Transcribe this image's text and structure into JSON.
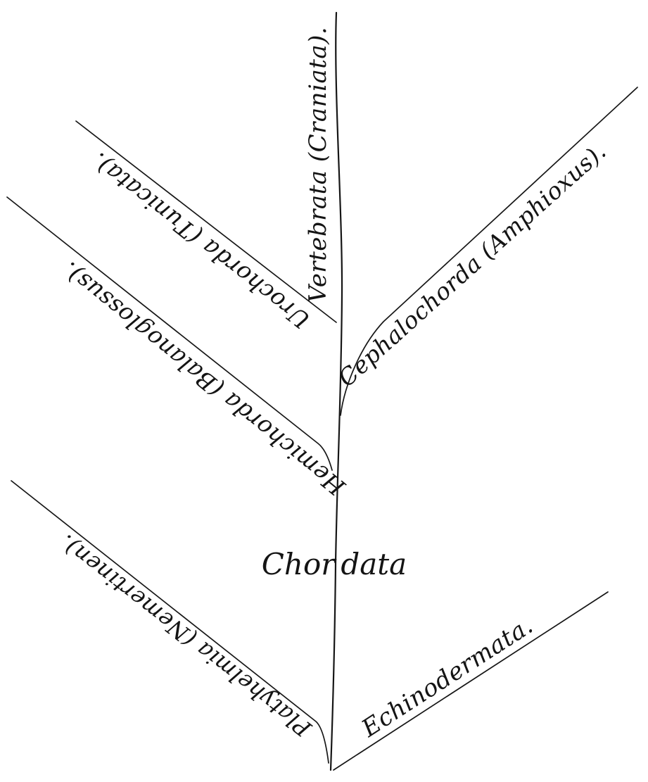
{
  "diagram": {
    "title": "Chordata phylogenetic tree",
    "type": "phylogenetic-tree",
    "colors": {
      "ink": "#161616",
      "background": "#ffffff"
    },
    "root": {
      "label": "Chordata",
      "parts": [
        "Chor",
        "data"
      ]
    },
    "branches": [
      {
        "id": "vertebrata",
        "label": "Vertebrata (Craniata)."
      },
      {
        "id": "urochorda",
        "label": "Urochorda (Tunicata)."
      },
      {
        "id": "hemichorda",
        "label": "Hemichorda (Balanoglossus)."
      },
      {
        "id": "cephalochorda",
        "label": "Cephalochorda (Amphioxus)."
      },
      {
        "id": "platyhelmia",
        "label": "Platyhelmia (Nemertinen)."
      },
      {
        "id": "echinodermata",
        "label": "Echinodermata."
      }
    ]
  }
}
